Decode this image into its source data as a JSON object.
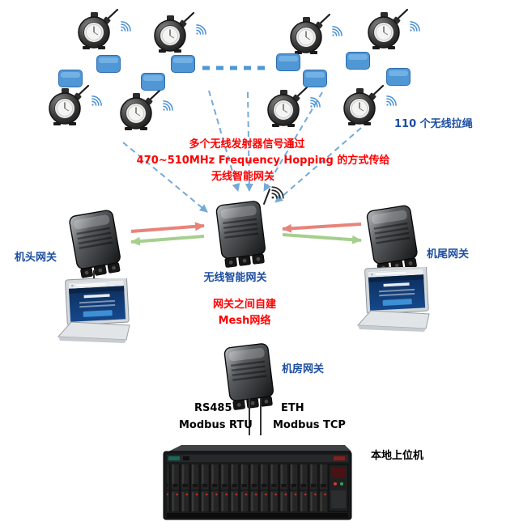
{
  "diagram": {
    "annotations": {
      "pull_cords_count": "110 个无线拉绳",
      "signal_path_line1": "多个无线发射器信号通过",
      "signal_path_line2": "470~510MHz Frequency Hopping 的方式传给",
      "signal_path_line3": "无线智能网关",
      "mesh_line1": "网关之间自建",
      "mesh_line2": "Mesh网络"
    },
    "nodes": {
      "gateway_head": "机头网关",
      "gateway_center": "无线智能网关",
      "gateway_tail": "机尾网关",
      "gateway_room": "机房网关",
      "host_computer": "本地上位机"
    },
    "buses": {
      "left_line1": "RS485",
      "left_line2": "Modbus RTU",
      "right_line1": "ETH",
      "right_line2": "Modbus TCP"
    },
    "icons": {
      "wifi": "wifi-waves-icon",
      "antenna": "antenna-icon"
    },
    "colors": {
      "label_blue": "#1d4ea0",
      "annotation_red": "#ff0000",
      "tag_blue": "#4f97d5",
      "dashed_arrow_blue": "#74a9d8",
      "arrow_red": "#e8837a",
      "arrow_green": "#a6cf8e"
    }
  }
}
